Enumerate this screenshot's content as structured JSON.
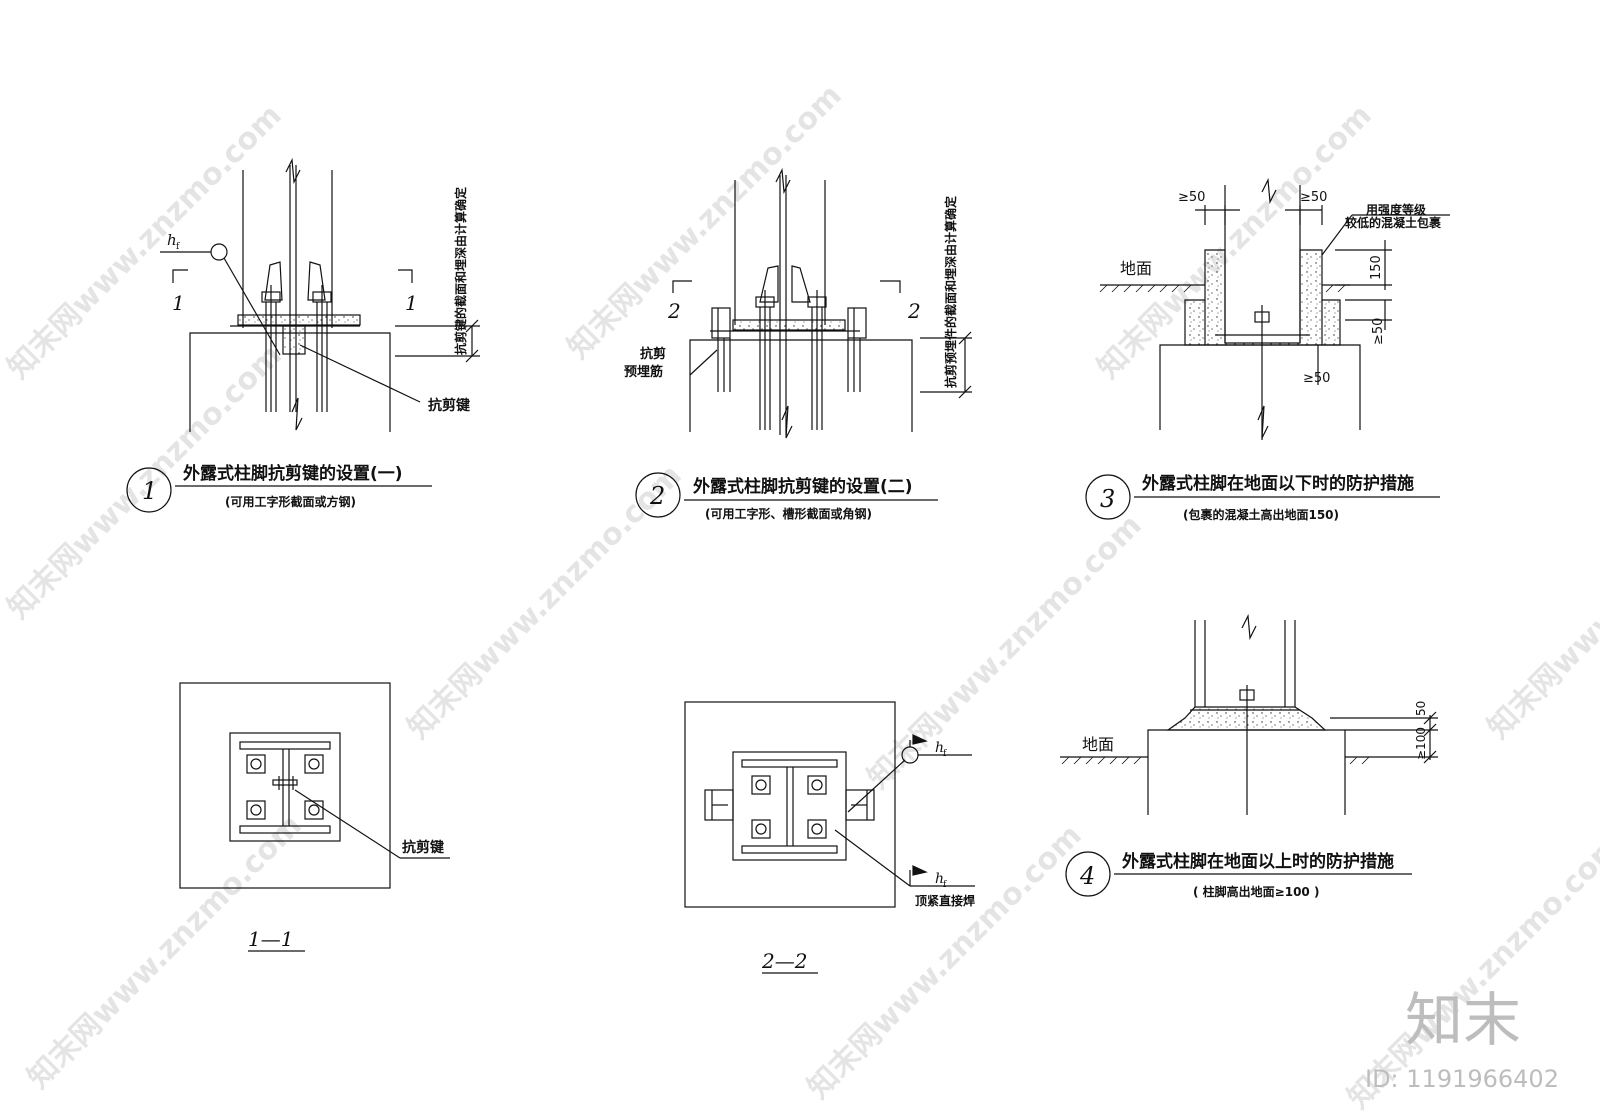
{
  "watermark": {
    "text": "知末网www.znzmo.com"
  },
  "brand": {
    "logo_text": "知末",
    "id_text": "ID: 1191966402"
  },
  "details": [
    {
      "number": "1",
      "title": "外露式柱脚抗剪键的设置(一)",
      "subtitle": "(可用工字形截面或方钢)",
      "section_mark": "1",
      "weld_symbol": "h",
      "weld_sub": "f",
      "vertical_note": "抗剪键的截面和埋深由计算确定",
      "callout": "抗剪键"
    },
    {
      "number": "2",
      "title": "外露式柱脚抗剪键的设置(二)",
      "subtitle": "(可用工字形、槽形截面或角钢)",
      "section_mark": "2",
      "vertical_note": "抗剪预埋件的截面和埋深由计算确定",
      "callout_line1": "抗剪",
      "callout_line2": "预埋筋"
    },
    {
      "number": "3",
      "title": "外露式柱脚在地面以下时的防护措施",
      "subtitle": "(包裹的混凝土高出地面150)",
      "ground_label": "地面",
      "note_line1": "用强度等级",
      "note_line2": "较低的混凝土包裹",
      "dim_left_top": "≥50",
      "dim_right_top": "≥50",
      "dim_150": "150",
      "dim_mid": "≥50",
      "dim_bottom": "≥50"
    },
    {
      "number": "4",
      "title": "外露式柱脚在地面以上时的防护措施",
      "subtitle": "( 柱脚高出地面≥100 )",
      "ground_label": "地面",
      "dim_50": "50",
      "dim_100": "≥100"
    }
  ],
  "sections": [
    {
      "label": "1—1",
      "callout": "抗剪键"
    },
    {
      "label": "2—2",
      "callout": "顶紧直接焊",
      "weld_symbol": "h",
      "weld_sub": "f"
    }
  ]
}
